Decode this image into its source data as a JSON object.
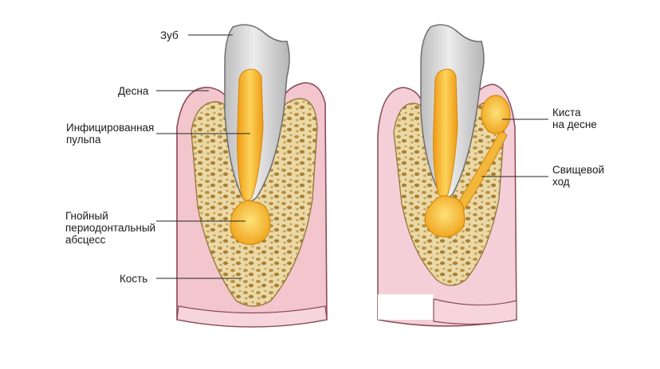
{
  "labels": {
    "tooth": "Зуб",
    "gum": "Десна",
    "infected_pulp": "Инфицированная\nпульпа",
    "abscess": "Гнойный\nпериодонтальный\nабсцесс",
    "bone": "Кость",
    "gum_cyst": "Киста\nна десне",
    "fistula": "Свищевой\nход"
  },
  "colors": {
    "gum": "#f3c8d0",
    "gum_light": "#f8dde3",
    "gum_outline": "#8a4a5a",
    "bone": "#e8d6a0",
    "bone_spots": "#b89448",
    "tooth": "#d7d7d7",
    "tooth_outline": "#6e6e6e",
    "pulp": "#f0a81e",
    "pulp_light": "#f9cf55",
    "leader": "#222222"
  }
}
